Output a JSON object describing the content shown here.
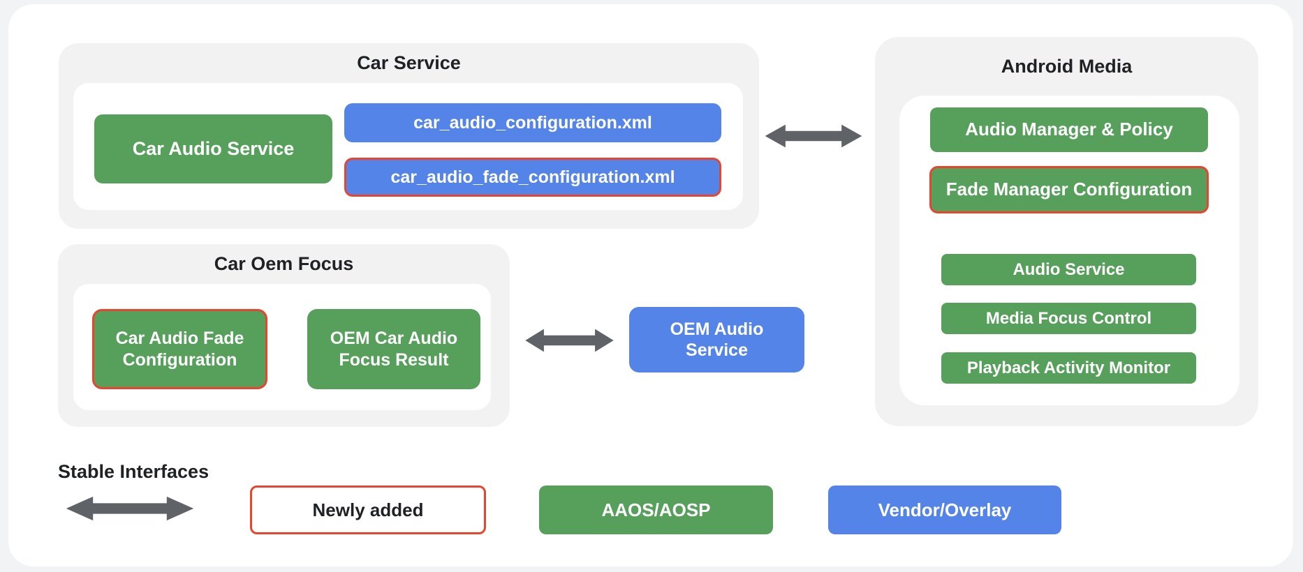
{
  "colors": {
    "aaos_green": "#57A05C",
    "vendor_blue": "#5584E8",
    "newly_added_red": "#E8442E",
    "panel_gray": "#F2F2F2",
    "arrow_gray": "#5F6368",
    "text_dark": "#202124",
    "page_background": "#F1F3F4",
    "card_background": "#FFFFFF"
  },
  "panels": {
    "car_service": {
      "title": "Car Service",
      "nodes": {
        "car_audio_service": "Car Audio Service",
        "car_audio_configuration_xml": "car_audio_configuration.xml",
        "car_audio_fade_configuration_xml": "car_audio_fade_configuration.xml"
      }
    },
    "android_media": {
      "title": "Android Media",
      "nodes": {
        "audio_manager_policy": "Audio Manager & Policy",
        "fade_manager_configuration": "Fade Manager Configuration",
        "audio_service": "Audio Service",
        "media_focus_control": "Media Focus Control",
        "playback_activity_monitor": "Playback Activity Monitor"
      }
    },
    "car_oem_focus": {
      "title": "Car Oem Focus",
      "nodes": {
        "car_audio_fade_configuration": "Car Audio Fade Configuration",
        "oem_car_audio_focus_result": "OEM Car Audio Focus Result"
      }
    }
  },
  "standalone": {
    "oem_audio_service": "OEM Audio Service"
  },
  "legend": {
    "stable_interfaces": "Stable Interfaces",
    "newly_added": "Newly added",
    "aaos_aosp": "AAOS/AOSP",
    "vendor_overlay": "Vendor/Overlay"
  }
}
